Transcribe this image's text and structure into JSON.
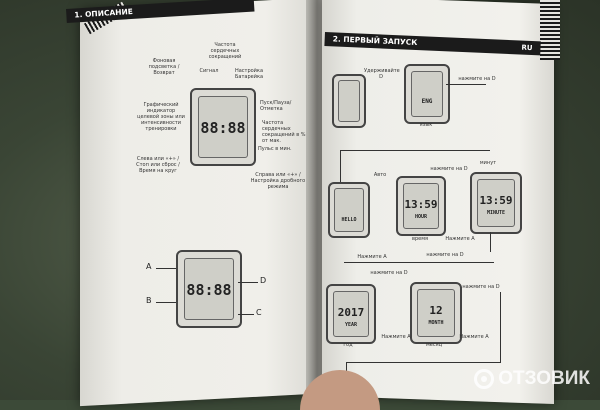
{
  "left_page": {
    "header": "1. ОПИСАНИЕ",
    "labels": {
      "backlight": "Фоновая подсветка / Возврат",
      "signal": "Сигнал",
      "heart_rate": "Частота сердечных сокращений",
      "battery": "Настройка Батарейка",
      "graph": "Графический индикатор целевой зоны или интенсивности тренировки",
      "pause": "Пуск/Пауза/Отметка",
      "hr_percent": "Частота сердечных сокращений в % от мак.",
      "pulse": "Пульс в мин.",
      "left_btn": "Слева или «+» / Стоп или сброс / Время на круг",
      "right_btn": "Справа или «+» / Настройка дробного режима"
    },
    "watch1_digits": "88:88",
    "watch2_digits": "88:88",
    "buttons": [
      "A",
      "B",
      "C",
      "D"
    ]
  },
  "right_page": {
    "header": "2. ПЕРВЫЙ ЗАПУСК",
    "lang_tag": "RU",
    "hold_d": "Удерживайте D",
    "press_d": "нажмите на D",
    "press_a": "Нажмите A",
    "language": "язык",
    "auto": "Авто",
    "time": "время",
    "minute": "минут",
    "year": "год",
    "month": "месяц",
    "screens": {
      "s1": "ENG",
      "s2": "HELLO",
      "s3": "13:59",
      "s3_sub": "HOUR",
      "s4": "13:59",
      "s4_sub": "MINUTE",
      "s5": "2017",
      "s5_sub": "YEAR",
      "s6": "12",
      "s6_sub": "MONTH"
    }
  },
  "watermark": "ОТЗОВИК"
}
